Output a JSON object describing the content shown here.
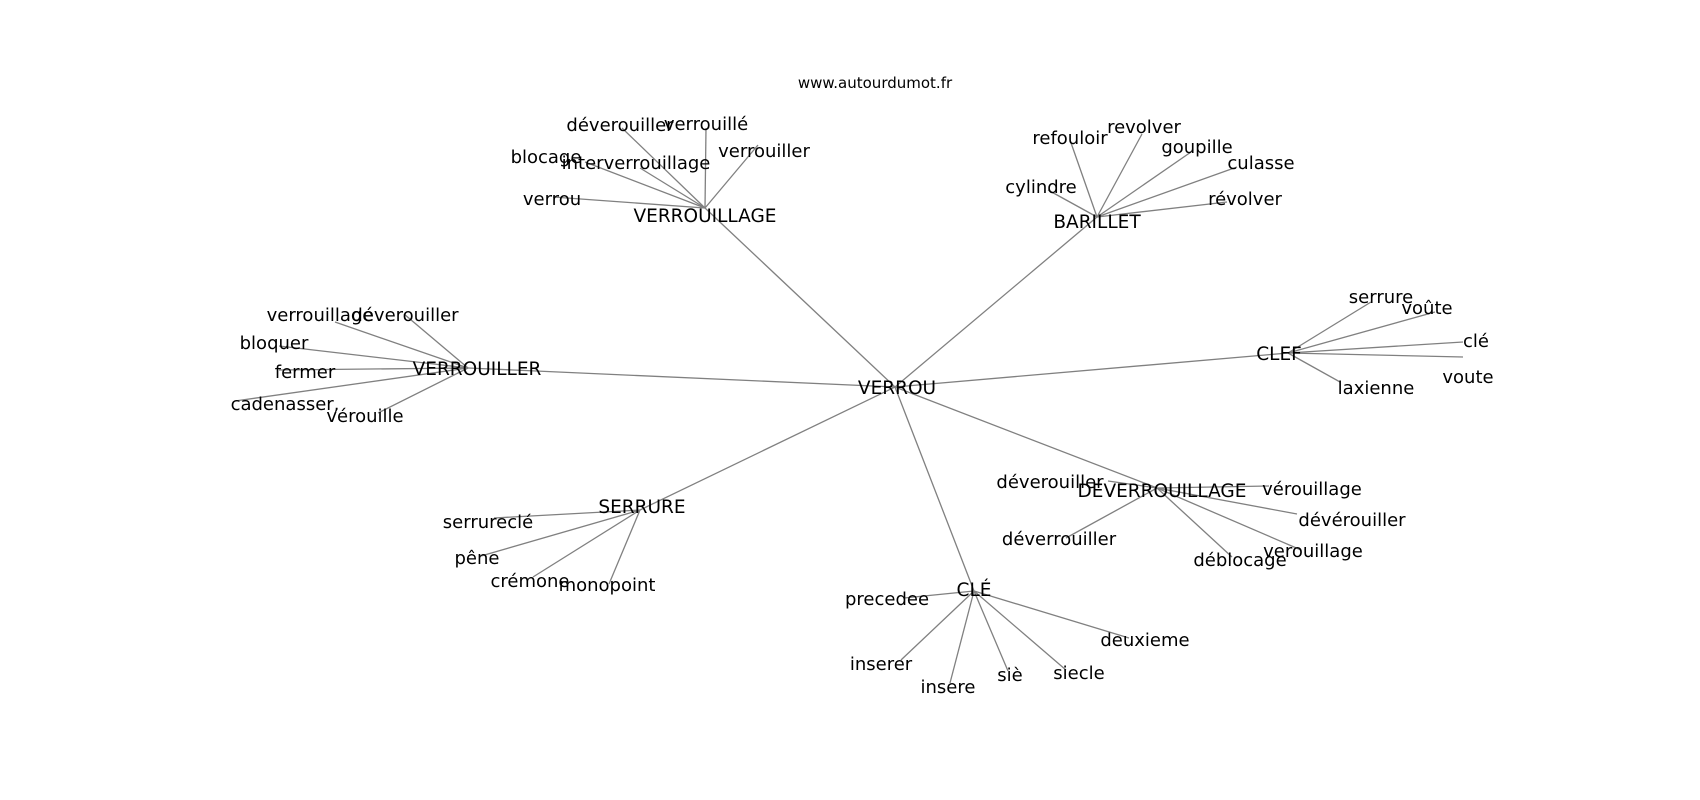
{
  "site": "www.autourdumot.fr",
  "root": "VERROU",
  "hubs": [
    {
      "label": "VERROUILLAGE",
      "leaves": [
        "déverouiller",
        "verrouillé",
        "verrouiller",
        "blocage",
        "interverrouillage",
        "verrou"
      ]
    },
    {
      "label": "BARILLET",
      "leaves": [
        "refouloir",
        "revolver",
        "goupille",
        "culasse",
        "cylindre",
        "révolver"
      ]
    },
    {
      "label": "CLEF",
      "leaves": [
        "serrure",
        "voûte",
        "clé",
        "voute",
        "laxienne"
      ]
    },
    {
      "label": "VERROUILLER",
      "leaves": [
        "verrouillage",
        "déverouiller",
        "bloquer",
        "fermer",
        "cadenasser,",
        "vérouille"
      ]
    },
    {
      "label": "DEVERROUILLAGE",
      "leaves": [
        "déverouiller",
        "vérouillage",
        "dévérouiller",
        "déverrouiller",
        "déblocage",
        "verouillage"
      ]
    },
    {
      "label": "SERRURE",
      "leaves": [
        "serrureclé",
        "pêne",
        "crémone",
        "monopoint"
      ]
    },
    {
      "label": "CLÉ",
      "leaves": [
        "precedee",
        "deuxieme",
        "inserer",
        "insere",
        "siè",
        "siecle"
      ]
    }
  ]
}
